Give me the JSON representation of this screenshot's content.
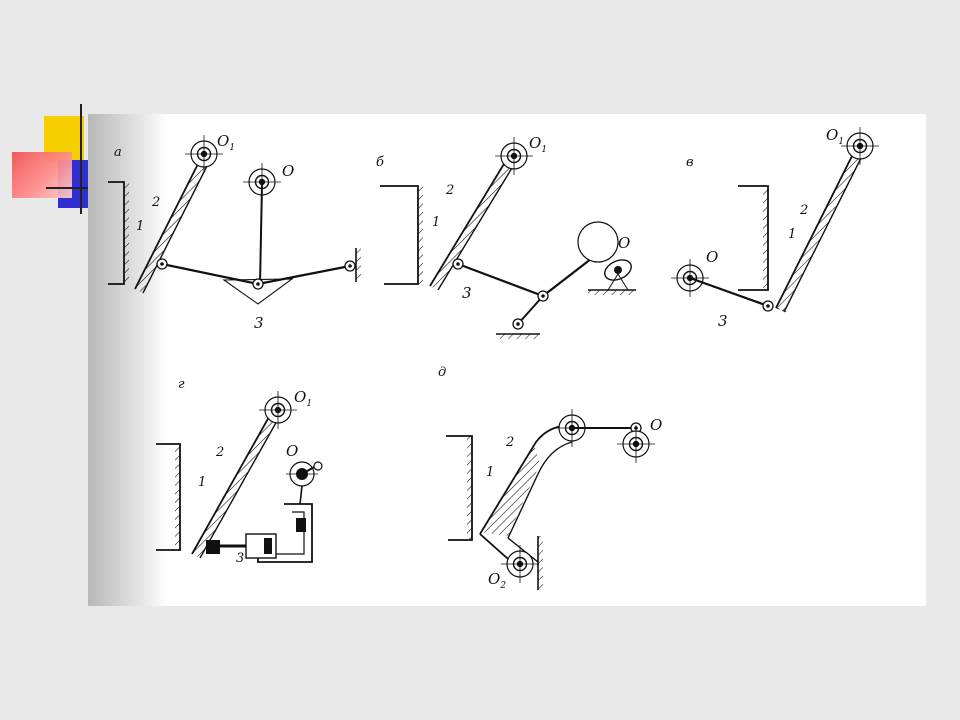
{
  "panels": {
    "a": {
      "letter": "а",
      "o1": "O",
      "o1_sub": "1",
      "o": "O",
      "n2": "2",
      "n1": "1",
      "n3": "3"
    },
    "b": {
      "letter": "б",
      "o1": "O",
      "o1_sub": "1",
      "o": "O",
      "n2": "2",
      "n1": "1",
      "n3": "3"
    },
    "v": {
      "letter": "в",
      "o1": "O",
      "o1_sub": "1",
      "o": "O",
      "n2": "2",
      "n1": "1",
      "n3": "3"
    },
    "g": {
      "letter": "г",
      "o1": "O",
      "o1_sub": "1",
      "o": "O",
      "n2": "2",
      "n1": "1",
      "n3": "3"
    },
    "d": {
      "letter": "д",
      "o": "O",
      "o2": "O",
      "o2_sub": "2",
      "n2": "2",
      "n1": "1"
    }
  },
  "colors": {
    "background": "#e9e9ea",
    "accent_yellow": "#f6cf00",
    "accent_blue": "#2f2fd0",
    "accent_red": "#f05050",
    "ink": "#111111"
  }
}
